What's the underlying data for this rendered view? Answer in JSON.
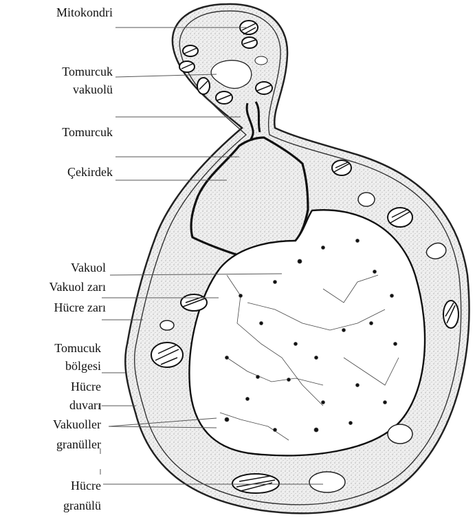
{
  "labels": {
    "mitokondri": "Mitokondri",
    "tomurcuk_vakuolu_1": "Tomurcuk",
    "tomurcuk_vakuolu_2": "vakuolü",
    "tomurcuk": "Tomurcuk",
    "cekirdek": "Çekirdek",
    "vakuol": "Vakuol",
    "vakuol_zari": "Vakuol zarı",
    "hucre_zari": "Hücre zarı",
    "tomucuk_bolgesi_1": "Tomucuk",
    "tomucuk_bolgesi_2": "bölgesi",
    "hucre_duvari_1": "Hücre",
    "hucre_duvari_2": "duvarı",
    "vakuoller_granuller_1": "Vakuoller",
    "vakuoller_granuller_2": "granüller",
    "hucre_granulu_1": "Hücre",
    "hucre_granulu_2": "granülü"
  },
  "colors": {
    "ink": "#111111",
    "cytoplasm": "#eeeeee",
    "stipple": "#8a8a8a",
    "vacuole": "#ffffff",
    "leader_line": "#555555"
  }
}
